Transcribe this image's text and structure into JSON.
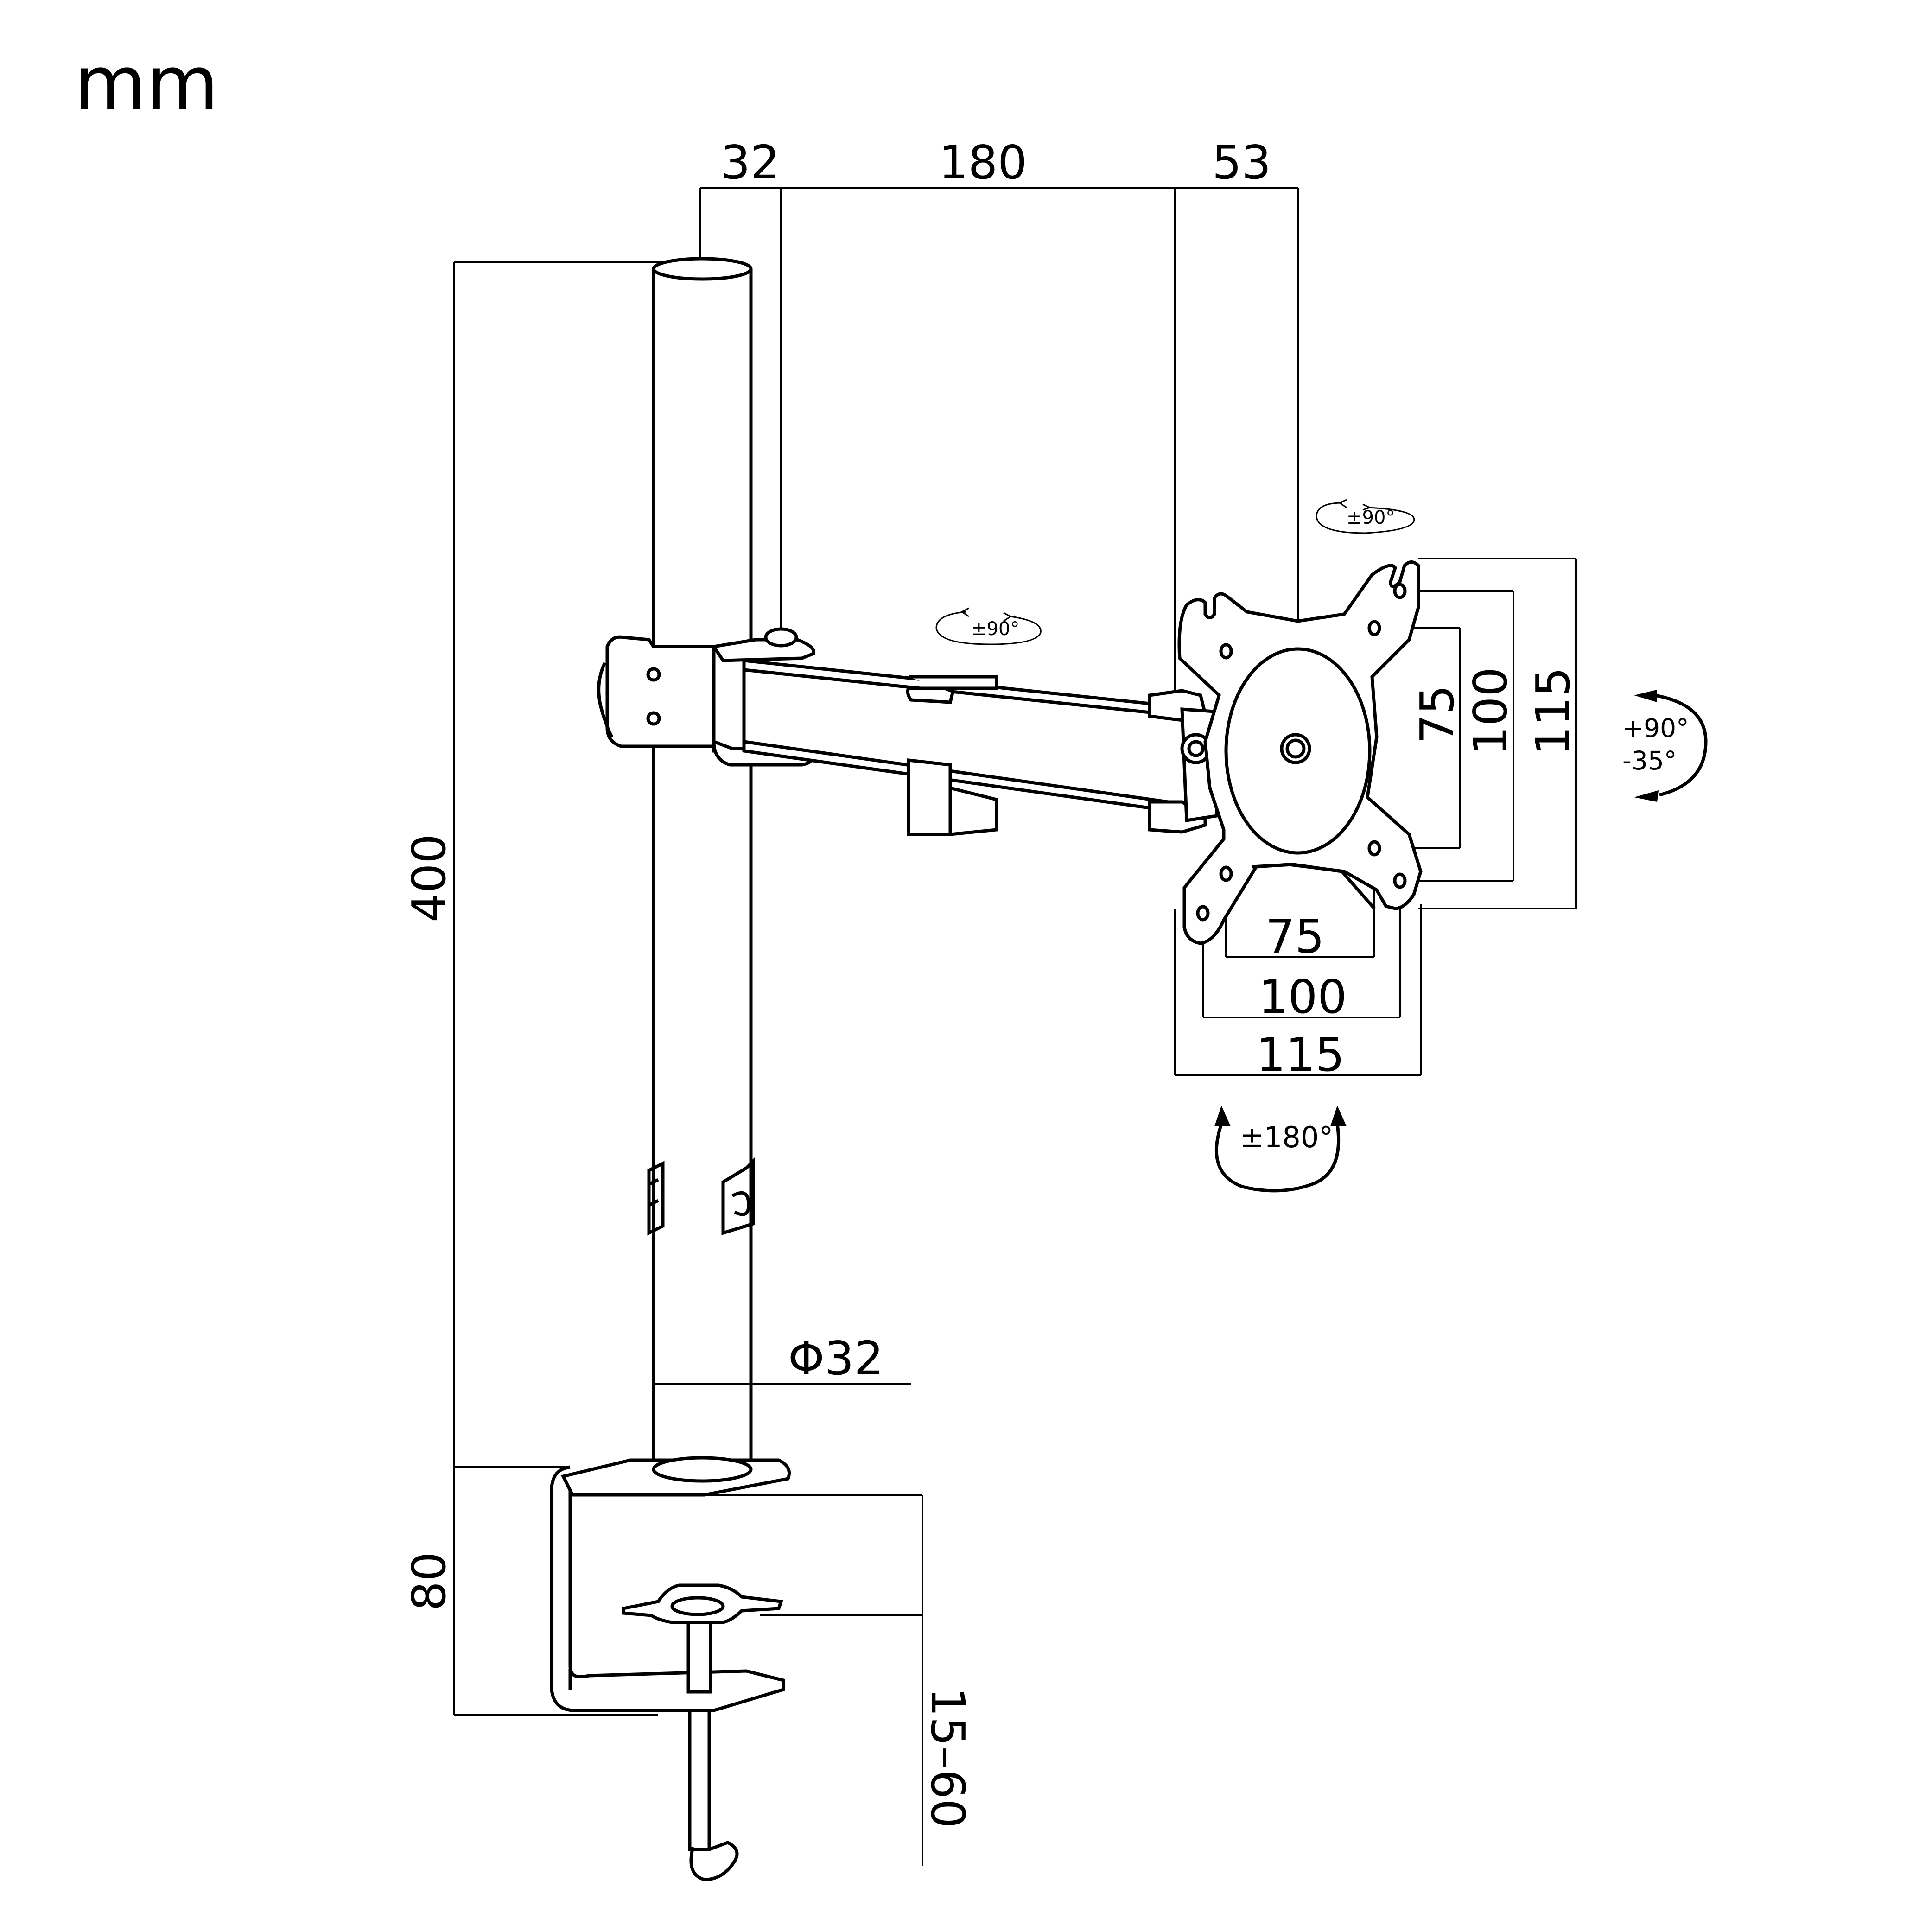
{
  "unit": "mm",
  "dimensions": {
    "top_offset": "32",
    "arm_reach": "180",
    "head_offset": "53",
    "pole_height": "400",
    "clamp_height": "80",
    "desk_thickness": "15–60",
    "pole_diameter": "Φ32",
    "vesa_small_h": "75",
    "vesa_mid_h": "100",
    "vesa_large_h": "115",
    "vesa_small_v": "75",
    "vesa_mid_v": "100",
    "vesa_large_v": "115"
  },
  "rotations": {
    "head_swivel": "±90°",
    "arm_swivel": "±90°",
    "rotation": "±180°",
    "tilt_up": "+90°",
    "tilt_down": "-35°"
  }
}
